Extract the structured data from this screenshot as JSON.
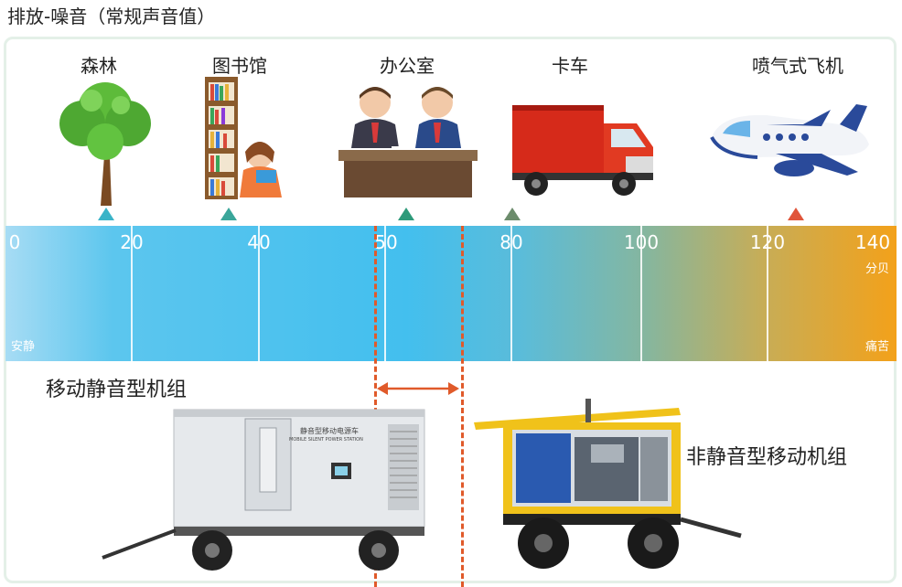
{
  "title": "排放-噪音（常规声音值）",
  "sources": [
    {
      "label": "森林",
      "color": "#3ab4c8"
    },
    {
      "label": "图书馆",
      "color": "#3aa69a"
    },
    {
      "label": "办公室",
      "color": "#2e9a7a"
    },
    {
      "label": "卡车",
      "color": "#6c8c6c"
    },
    {
      "label": "喷气式飞机",
      "color": "#e0553a"
    }
  ],
  "scale": {
    "ticks": [
      "0",
      "20",
      "40",
      "50",
      "80",
      "100",
      "120",
      "140"
    ],
    "unit": "分贝",
    "quiet_label": "安静",
    "pain_label": "痛苦"
  },
  "generators": {
    "silent": "移动静音型机组",
    "non_silent": "非静音型移动机组",
    "panel_text_1": "静音型移动电源车",
    "panel_text_2": "MOBILE SILENT POWER STATION"
  },
  "colors": {
    "highlight": "#e05a2a",
    "frame": "#e4f0e8"
  }
}
